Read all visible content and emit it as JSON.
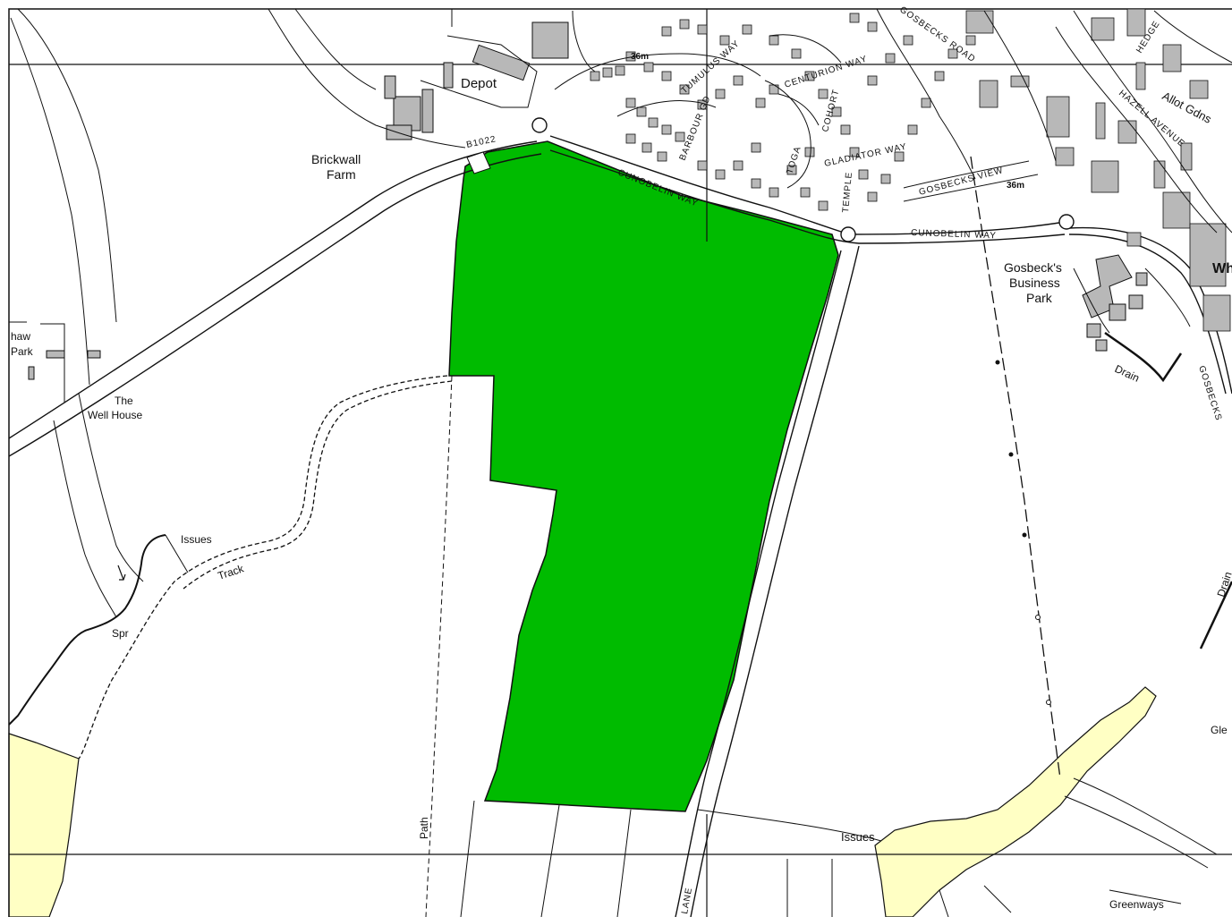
{
  "map": {
    "colors": {
      "site_fill": "#00bb00",
      "allocation_fill": "#ffffc4",
      "building_fill": "#b8b8b8",
      "line": "#111111",
      "background": "#ffffff"
    },
    "place_labels": {
      "depot": "Depot",
      "brickwall_farm_1": "Brickwall",
      "brickwall_farm_2": "Farm",
      "well_house_1": "The",
      "well_house_2": "Well House",
      "shaw_park_1": "haw",
      "shaw_park_2": "Park",
      "issues_west": "Issues",
      "track": "Track",
      "spr": "Spr",
      "path": "Path",
      "issues_south": "Issues",
      "greenways": "Greenways",
      "gosbecks_business_park_1": "Gosbeck's",
      "gosbecks_business_park_2": "Business",
      "gosbecks_business_park_3": "Park",
      "drain_1": "Drain",
      "drain_2": "Drain",
      "allot_gdns": "Allot Gdns",
      "gle": "Gle",
      "wh": "Wh"
    },
    "road_labels": {
      "b1022": "B1022",
      "cunobelin_way_1": "CUNOBELIN  WAY",
      "cunobelin_way_2": "CUNOBELIN  WAY",
      "gosbecks_view": "GOSBECKS  VIEW",
      "gladiator_way": "GLADIATOR  WAY",
      "centurion_way": "CENTURION  WAY",
      "tumulus_way": "TUMULUS  WAY",
      "barbour_gd": "BARBOUR  GD",
      "toga": "TOGA",
      "temple": "TEMPLE",
      "cohort": "COHORT",
      "gosbecks_road": "GOSBECKS  ROAD",
      "hazell_avenue": "HAZELL  AVENUE",
      "hedge": "HEDGE",
      "gosbecks_east": "GOSBECKS",
      "lane": "LANE"
    },
    "spot_heights": {
      "h1": "36m",
      "h2": "36m"
    }
  }
}
